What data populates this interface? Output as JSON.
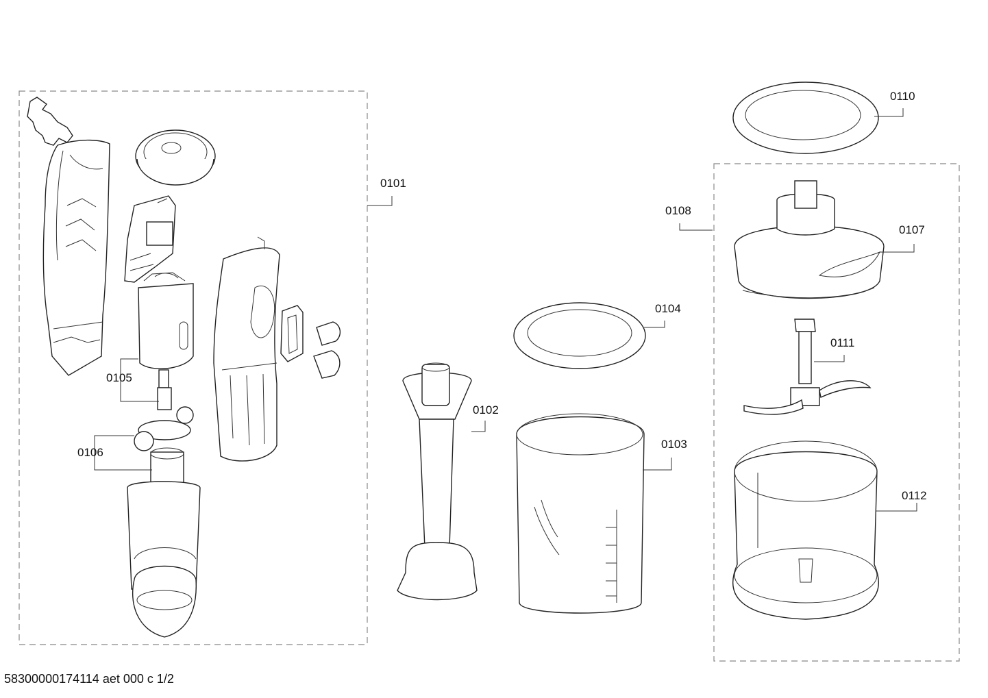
{
  "labels": {
    "p0101": "0101",
    "p0102": "0102",
    "p0103": "0103",
    "p0104": "0104",
    "p0105": "0105",
    "p0106": "0106",
    "p0107": "0107",
    "p0108": "0108",
    "p0110": "0110",
    "p0111": "0111",
    "p0112": "0112"
  },
  "footer": "58300000174114 aet 000 c 1/2"
}
